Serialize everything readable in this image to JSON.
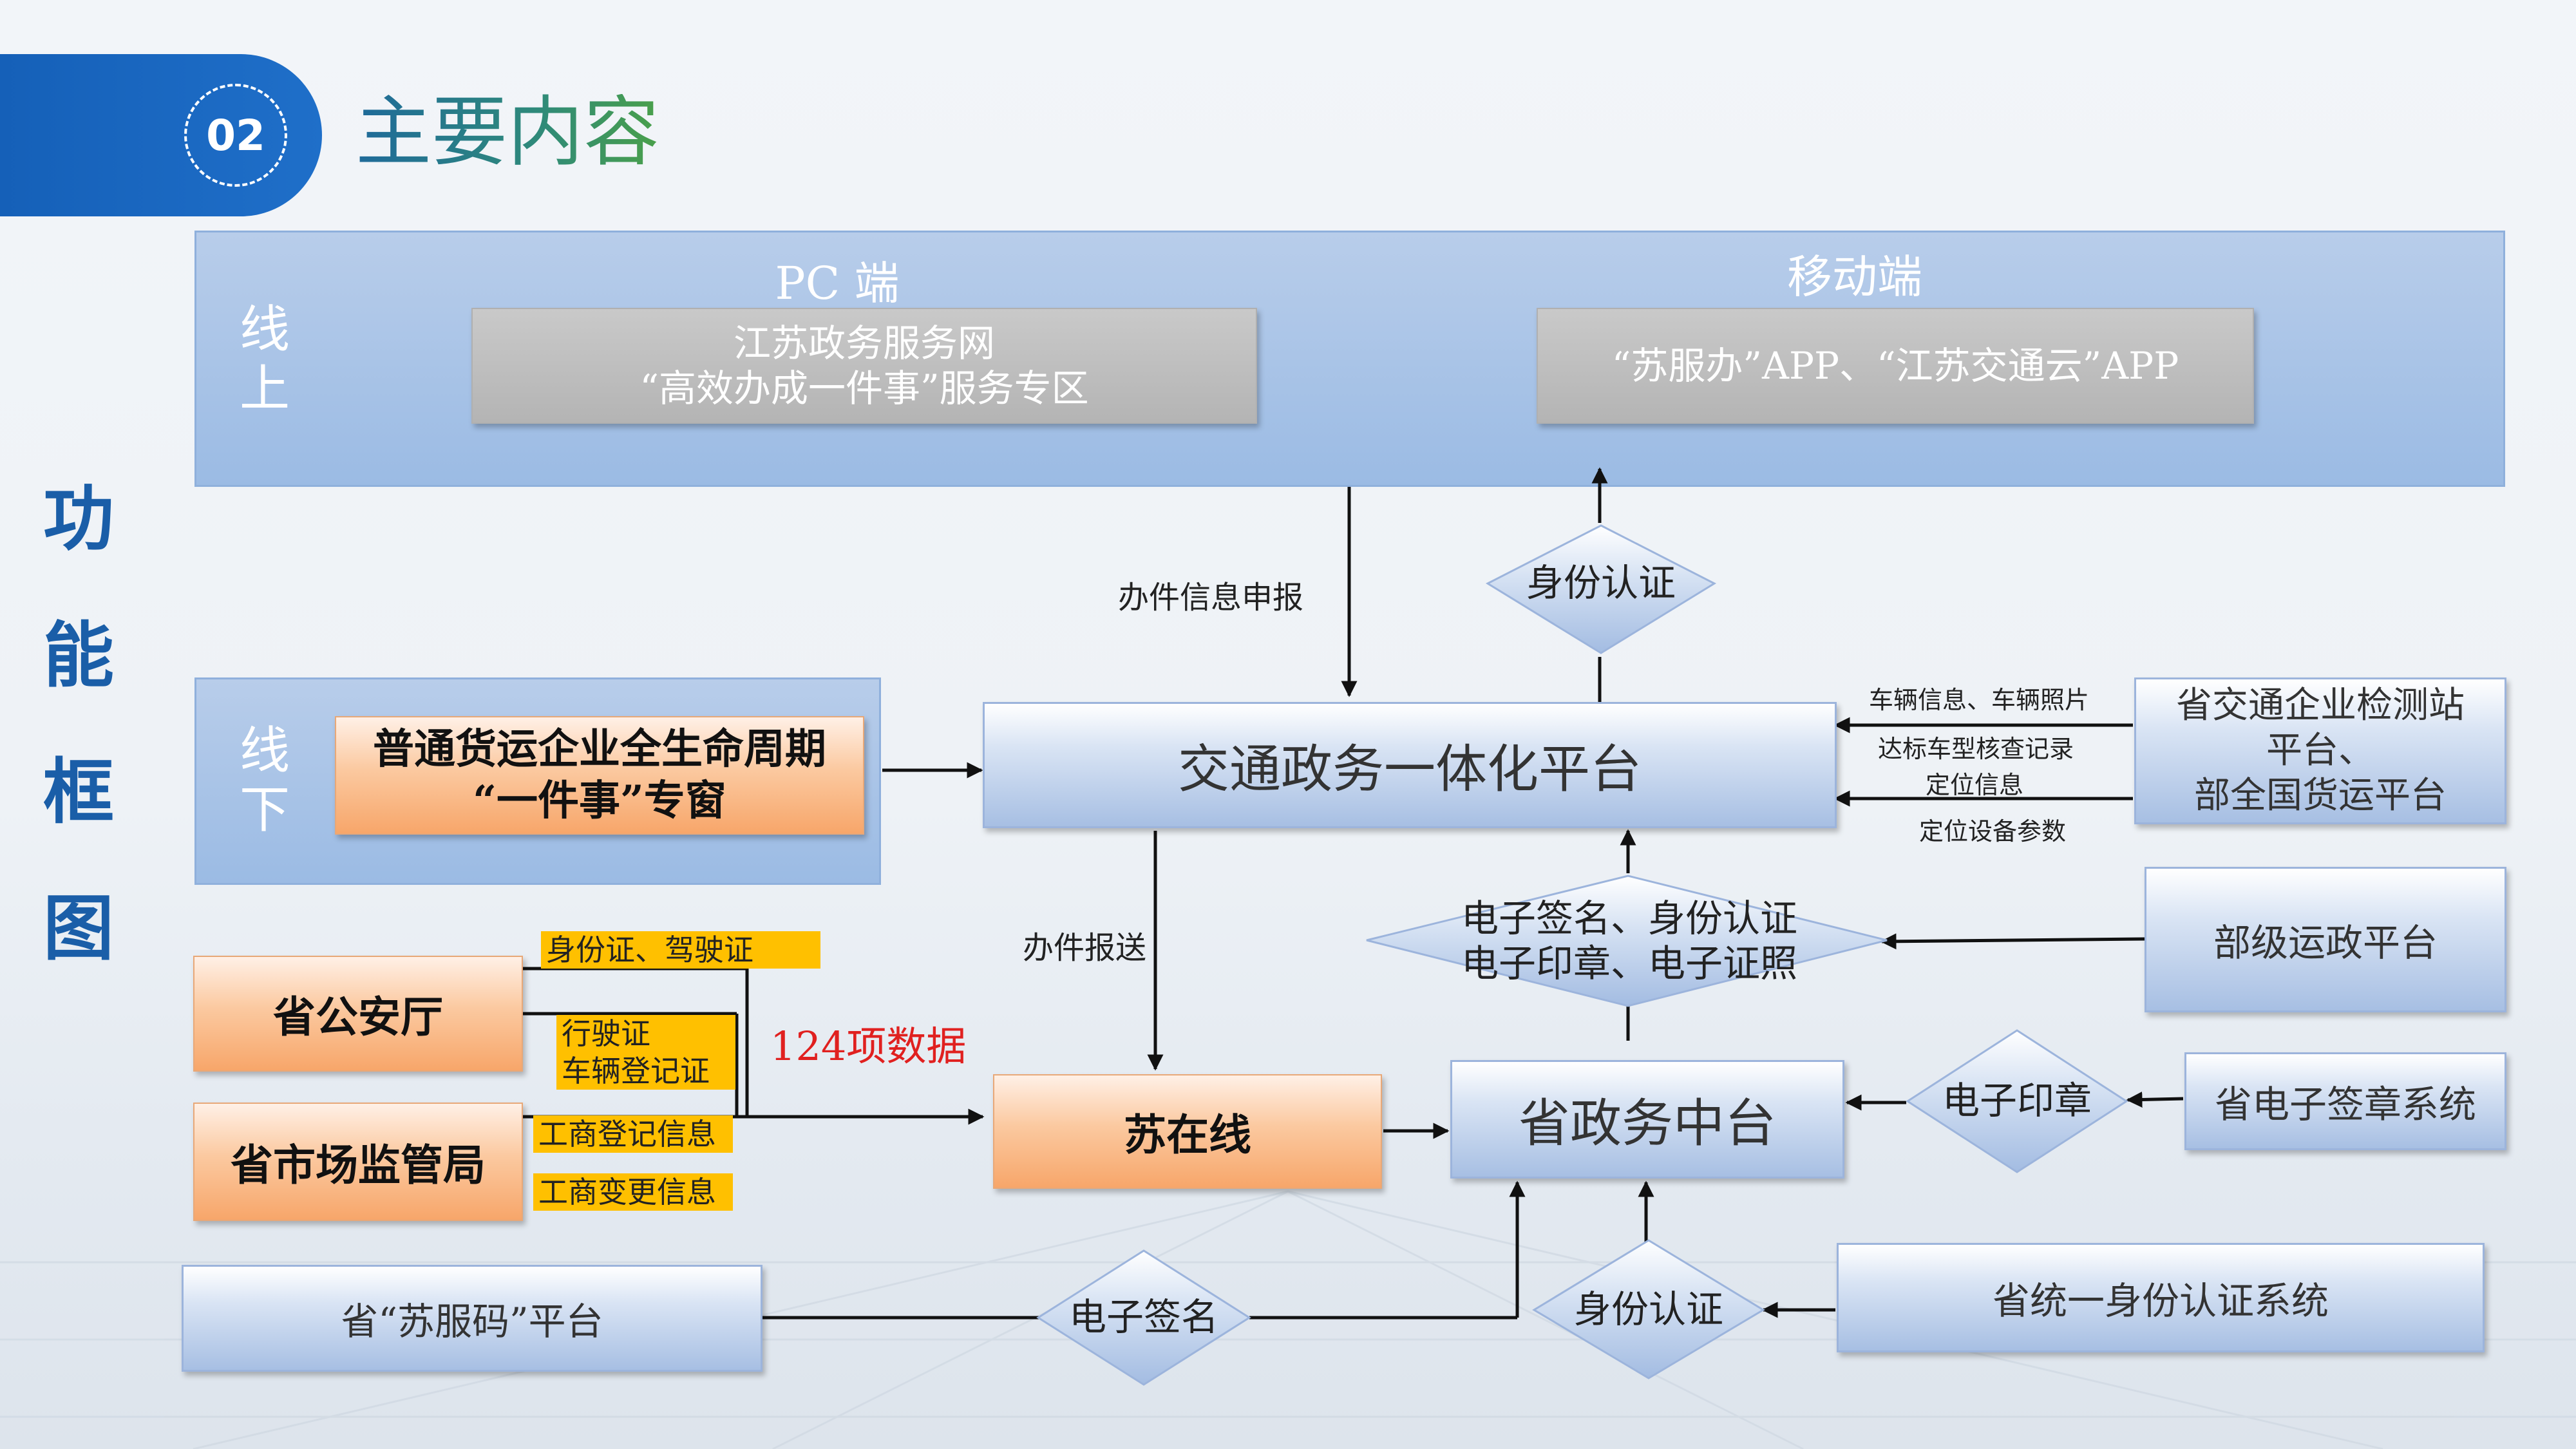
{
  "header": {
    "number": "02",
    "title": "主要内容"
  },
  "side_title": [
    "功",
    "能",
    "框",
    "图"
  ],
  "online": {
    "label": [
      "线",
      "上"
    ],
    "pc_heading": "PC 端",
    "mobile_heading": "移动端",
    "pc_box": [
      "江苏政务服务网",
      "“高效办成一件事”服务专区"
    ],
    "mobile_box": "“苏服办”APP、“江苏交通云”APP"
  },
  "offline": {
    "label": [
      "线",
      "下"
    ],
    "window": [
      "普通货运企业全生命周期",
      "“一件事”专窗"
    ]
  },
  "nodes": {
    "platform": "交通政务一体化平台",
    "checkstation": [
      "省交通企业检测站",
      "平台、",
      "部全国货运平台"
    ],
    "ministry_platform": "部级运政平台",
    "police": "省公安厅",
    "market": "省市场监管局",
    "suzaixian": "苏在线",
    "middle_platform": "省政务中台",
    "esign_system": "省电子签章系统",
    "sufuma": "省“苏服码”平台",
    "identity_system": "省统一身份认证系统"
  },
  "diamonds": {
    "identity_top": "身份认证",
    "services": [
      "电子签名、身份认证",
      "电子印章、电子证照"
    ],
    "seal": "电子印章",
    "esign": "电子签名",
    "identity_bottom": "身份认证"
  },
  "edge_labels": {
    "submit_info": "办件信息申报",
    "report": "办件报送",
    "vehicle_info": "车辆信息、车辆照片",
    "check_record": "达标车型核查记录",
    "location": "定位信息",
    "device": "定位设备参数",
    "id_license": "身份证、驾驶证",
    "drive_license": "行驶证",
    "vehicle_reg": "车辆登记证",
    "biz_reg": "工商登记信息",
    "biz_change": "工商变更信息",
    "data_count": "124项数据"
  },
  "colors": {
    "accent_blue": "#1a5ea8",
    "highlight_yellow": "#ffc000",
    "alert_red": "#e0201f"
  }
}
